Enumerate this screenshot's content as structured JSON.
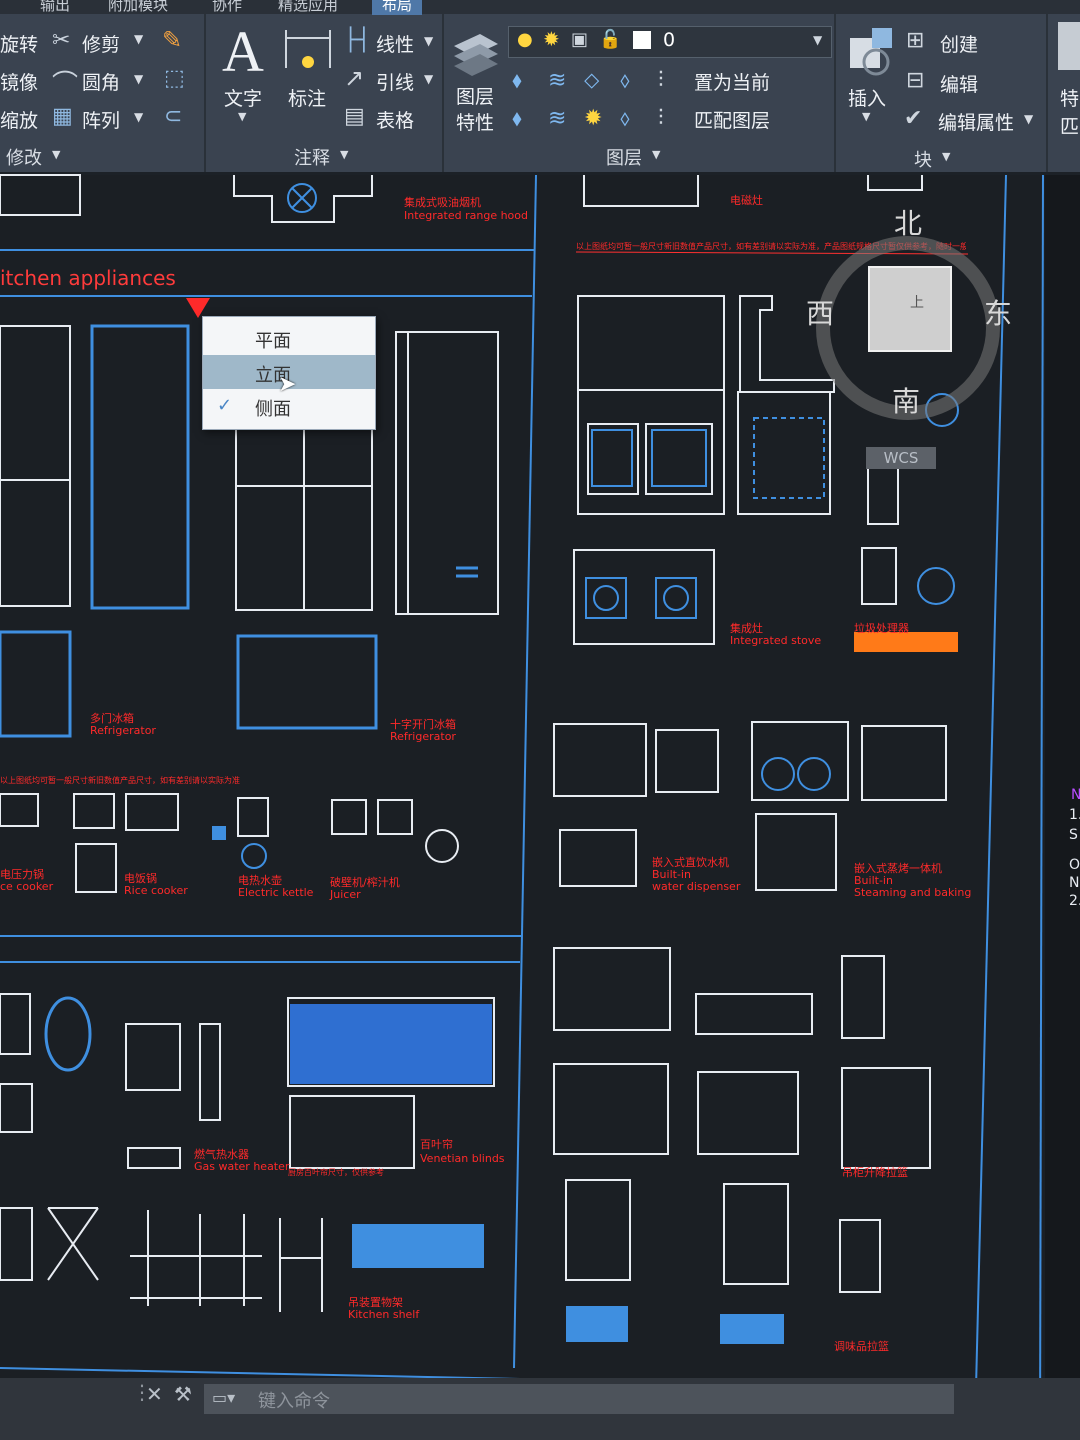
{
  "tabs": [
    "输出",
    "附加模块",
    "协作",
    "精选应用",
    "布局"
  ],
  "ribbon": {
    "modify": {
      "items": [
        "旋转",
        "修剪",
        "镜像",
        "圆角",
        "缩放",
        "阵列"
      ],
      "panel_label": "修改"
    },
    "annotation": {
      "text_label": "文字",
      "dim_label": "标注",
      "linear_label": "线性",
      "leader_label": "引线",
      "table_label": "表格",
      "panel_label": "注释"
    },
    "layers": {
      "props_label": "图层特性",
      "current_layer": "0",
      "set_current_label": "置为当前",
      "match_label": "匹配图层",
      "panel_label": "图层"
    },
    "block": {
      "insert_label": "插入",
      "create_label": "创建",
      "edit_label": "编辑",
      "edit_attr_label": "编辑属性",
      "panel_label": "块"
    },
    "properties": {
      "label_1": "特",
      "label_2": "匹"
    }
  },
  "context_menu": {
    "items": [
      "平面",
      "立面",
      "侧面"
    ],
    "highlighted": "立面",
    "checked": "侧面"
  },
  "viewcube": {
    "north": "北",
    "south": "南",
    "east": "东",
    "west": "西",
    "top_label": "上",
    "wcs": "WCS"
  },
  "drawing": {
    "section_title": "itchen appliances",
    "labels": {
      "range_hood_cn": "集成式吸油烟机",
      "range_hood_en": "Integrated range hood",
      "oven_cn": "电磁灶",
      "note_top": "以上图纸均可暂一般尺寸新旧数值产品尺寸，如有差别请以实际为准，产品图纸规格尺寸暂仅供参考，随时一般尺寸更新",
      "integrated_stove_cn": "集成灶",
      "integrated_stove_en": "Integrated stove",
      "disposer_cn": "垃圾处理器",
      "fridge_multi_cn": "多门冰箱",
      "fridge_multi_en": "Refrigerator",
      "fridge_cross_cn": "十字开门冰箱",
      "fridge_cross_en": "Refrigerator",
      "note_mid": "以上图纸均可暂一般尺寸新旧数值产品尺寸，如有差别请以实际为准",
      "pressure_cooker_cn": "电压力锅",
      "pressure_cooker_en": "ce cooker",
      "rice_cooker_cn": "电饭锅",
      "rice_cooker_en": "Rice cooker",
      "kettle_cn": "电热水壶",
      "kettle_en": "Electric kettle",
      "juicer_cn": "破壁机/榨汁机",
      "juicer_en": "Juicer",
      "water_dispenser_cn": "嵌入式直饮水机",
      "water_dispenser_en_1": "Built-in",
      "water_dispenser_en_2": "water dispenser",
      "steam_bake_cn": "嵌入式蒸烤一体机",
      "steam_bake_en_1": "Built-in",
      "steam_bake_en_2": "Steaming and baking",
      "gas_heater_cn": "燃气热水器",
      "gas_heater_en": "Gas water heater",
      "blinds_cn": "百叶帘",
      "blinds_en": "Venetian blinds",
      "blinds_note": "厨房百叶帘尺寸，仅供参考",
      "lift_basket_cn": "吊柜升降拉篮",
      "kitchen_shelf_cn": "吊装置物架",
      "kitchen_shelf_en": "Kitchen shelf",
      "seasoning_basket_cn": "调味品拉篮"
    }
  },
  "right_panel_text": [
    "N",
    "1.",
    "S",
    "O",
    "N",
    "2."
  ],
  "command_line": {
    "placeholder": "键入命令"
  }
}
